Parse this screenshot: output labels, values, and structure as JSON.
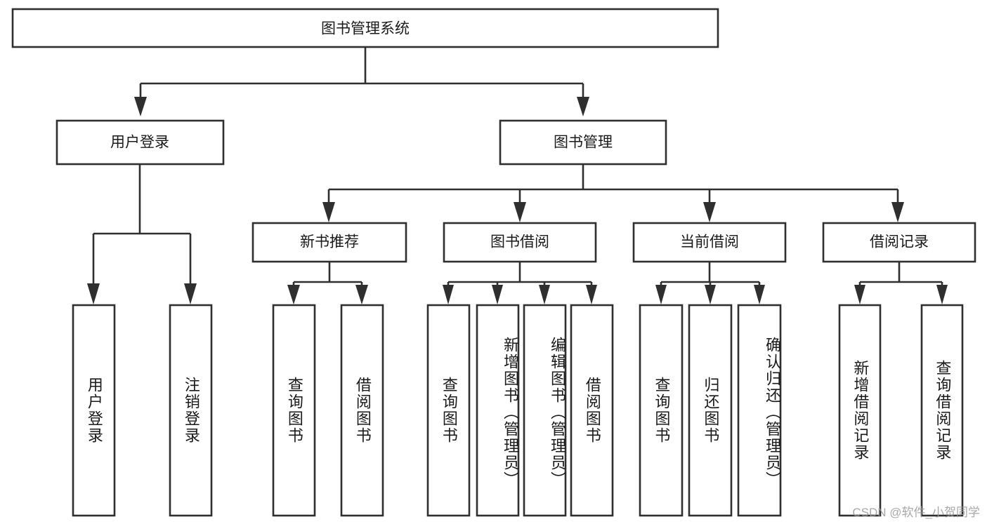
{
  "diagram": {
    "type": "tree",
    "title": "图书管理系统",
    "watermark": "CSDN @软件_小贺同学",
    "colors": {
      "stroke": "#2f2f2f",
      "fill": "#ffffff",
      "text": "#1a1a1a",
      "watermark": "#9a9a9a"
    },
    "root": {
      "label": "图书管理系统"
    },
    "level2": [
      {
        "label": "用户登录"
      },
      {
        "label": "图书管理"
      }
    ],
    "level3": [
      {
        "label": "新书推荐"
      },
      {
        "label": "图书借阅"
      },
      {
        "label": "当前借阅"
      },
      {
        "label": "借阅记录"
      }
    ],
    "leaves": {
      "user_login": [
        {
          "label": "用户登录"
        },
        {
          "label": "注销登录"
        }
      ],
      "new_book": [
        {
          "label": "查询图书"
        },
        {
          "label": "借阅图书"
        }
      ],
      "book_borrow": [
        {
          "label": "查询图书"
        },
        {
          "label": "新增图书（管理员）"
        },
        {
          "label": "编辑图书（管理员）"
        },
        {
          "label": "借阅图书"
        }
      ],
      "current_borrow": [
        {
          "label": "查询图书"
        },
        {
          "label": "归还图书"
        },
        {
          "label": "确认归还（管理员）"
        }
      ],
      "borrow_record": [
        {
          "label": "新增借阅记录"
        },
        {
          "label": "查询借阅记录"
        }
      ]
    }
  }
}
